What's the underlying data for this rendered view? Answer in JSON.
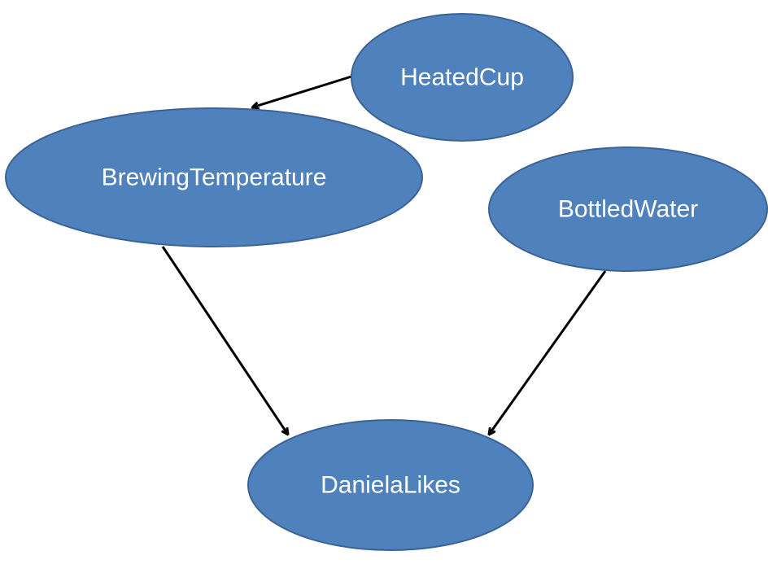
{
  "diagram": {
    "nodes": {
      "heated_cup": "HeatedCup",
      "brewing_temperature": "BrewingTemperature",
      "bottled_water": "BottledWater",
      "daniela_likes": "DanielaLikes"
    },
    "edges": [
      {
        "from": "HeatedCup",
        "to": "BrewingTemperature"
      },
      {
        "from": "BrewingTemperature",
        "to": "DanielaLikes"
      },
      {
        "from": "BottledWater",
        "to": "DanielaLikes"
      }
    ],
    "colors": {
      "node_fill": "#4f81bd",
      "node_stroke": "#3b6495",
      "node_text": "#ffffff",
      "edge": "#000000"
    }
  }
}
